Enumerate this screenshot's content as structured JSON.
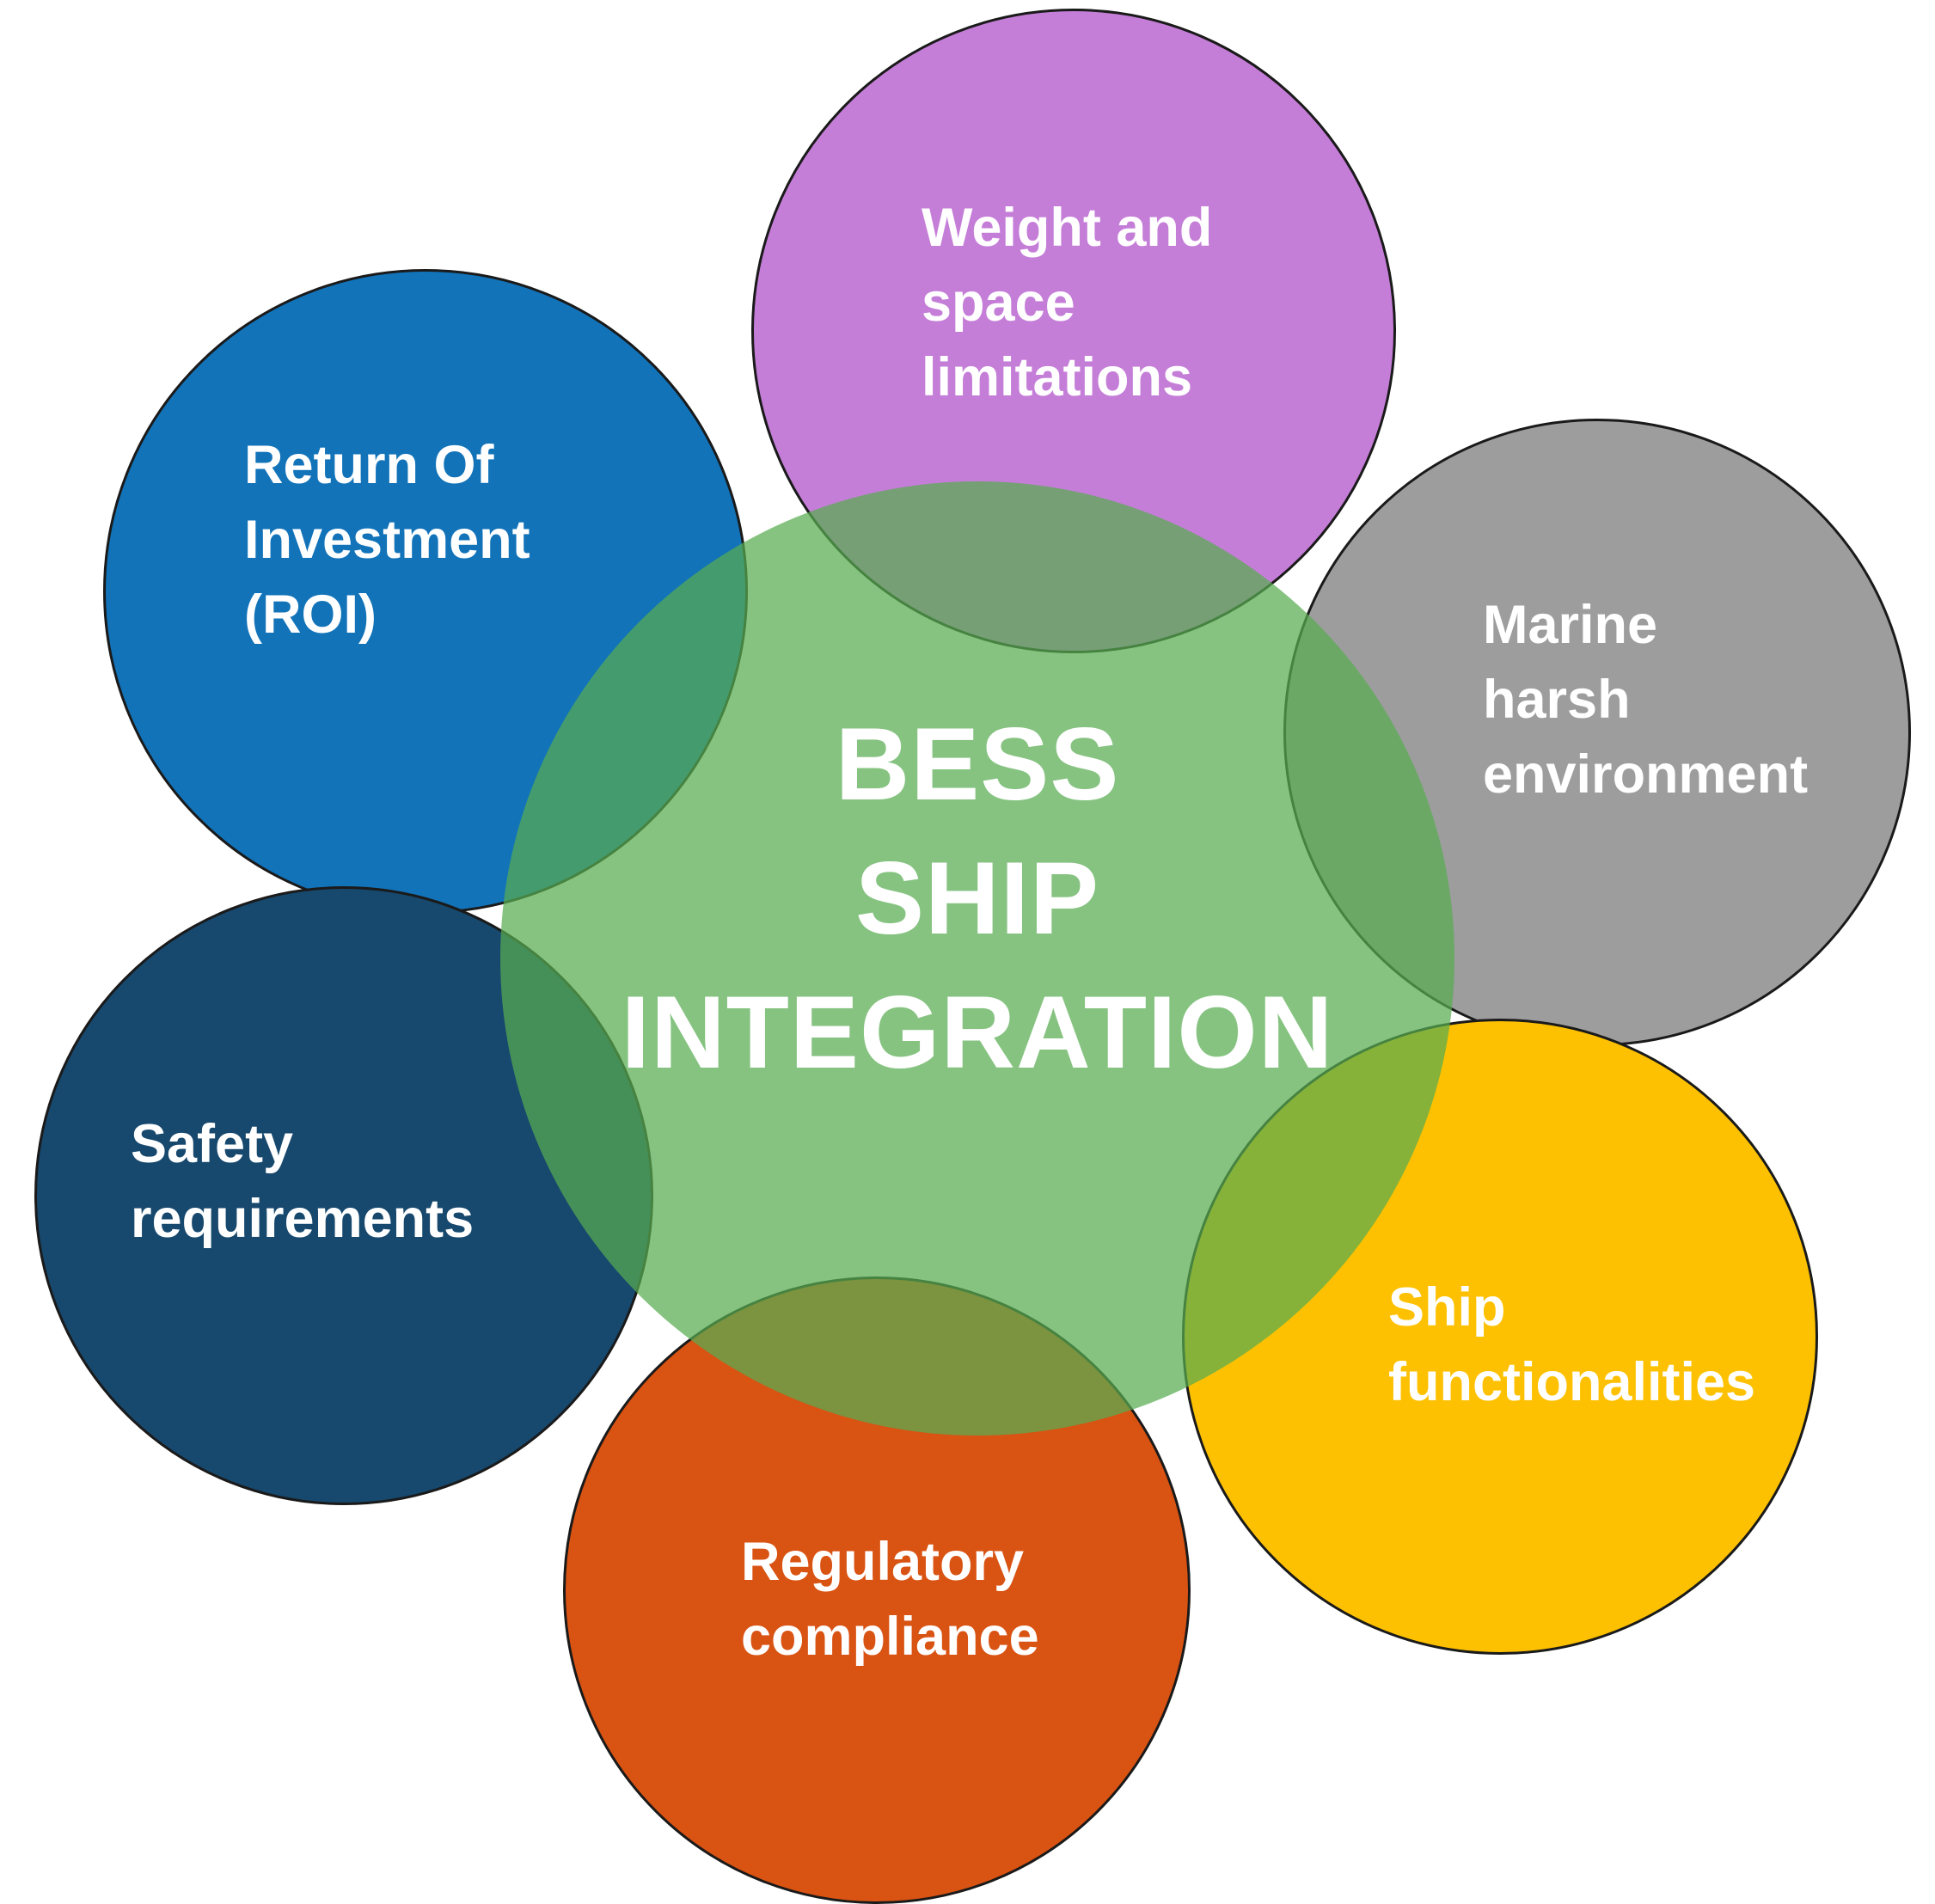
{
  "diagram": {
    "title": "BESS ship integration challenges diagram",
    "background_color": "#FFFFFF",
    "outline_color": "#1A1A1A",
    "text_color": "#FFFFFF",
    "center": {
      "color": "#57AC50",
      "opacity": "0.72",
      "lines": [
        "BESS",
        "SHIP",
        "INTEGRATION"
      ]
    },
    "petals": [
      {
        "id": "weight-and-space-limitations",
        "color": "#C57ED8",
        "lines": [
          "Weight and",
          "space",
          "limitations"
        ]
      },
      {
        "id": "return-of-investment-roi",
        "color": "#1273B9",
        "lines": [
          "Return Of",
          "Investment",
          "(ROI)"
        ]
      },
      {
        "id": "marine-harsh-environment",
        "color": "#9D9D9D",
        "lines": [
          "Marine",
          "harsh",
          "environment"
        ]
      },
      {
        "id": "safety-requirements",
        "color": "#17486D",
        "lines": [
          "Safety",
          "requirements"
        ]
      },
      {
        "id": "ship-functionalities",
        "color": "#FDC101",
        "lines": [
          "Ship",
          "functionalities"
        ]
      },
      {
        "id": "regulatory-compliance",
        "color": "#D95313",
        "lines": [
          "Regulatory",
          "compliance"
        ]
      }
    ]
  }
}
